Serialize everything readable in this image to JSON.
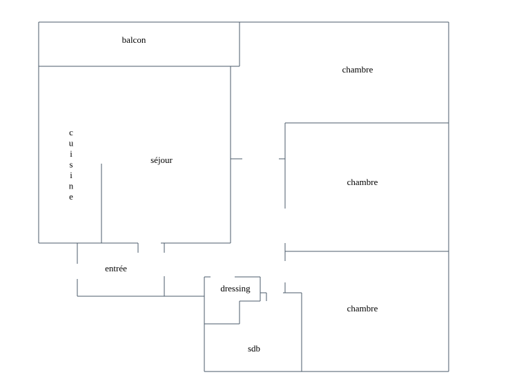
{
  "rooms": {
    "balcon": "balcon",
    "chambre_top": "chambre",
    "chambre_middle": "chambre",
    "chambre_bottom": "chambre",
    "sejour": "séjour",
    "cuisine": "cuisine",
    "entree": "entrée",
    "dressing": "dressing",
    "sdb": "sdb"
  },
  "colors": {
    "wall": "#4a5a6a",
    "label": "#000000",
    "background": "#ffffff"
  }
}
